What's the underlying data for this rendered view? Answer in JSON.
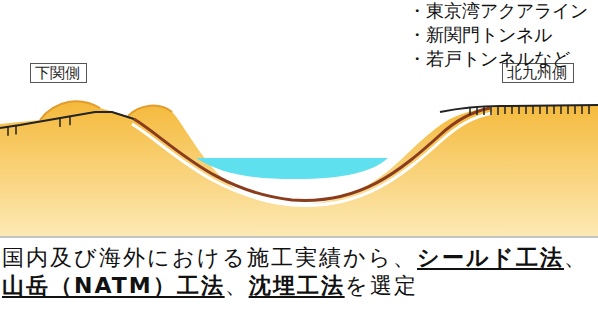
{
  "diagram": {
    "nodes": [
      {
        "text": [
          "下関側"
        ]
      },
      {
        "text": [
          "北九州側"
        ]
      }
    ],
    "labels": [
      "・東京湾アクアライン",
      "・新関門トンネル",
      "・若戸トンネルなど",
      "国内及び海外における施工実績から、",
      "シールド工法",
      "、",
      "山岳（NATM）工法",
      "、",
      "沈埋工法",
      "を選定"
    ]
  }
}
